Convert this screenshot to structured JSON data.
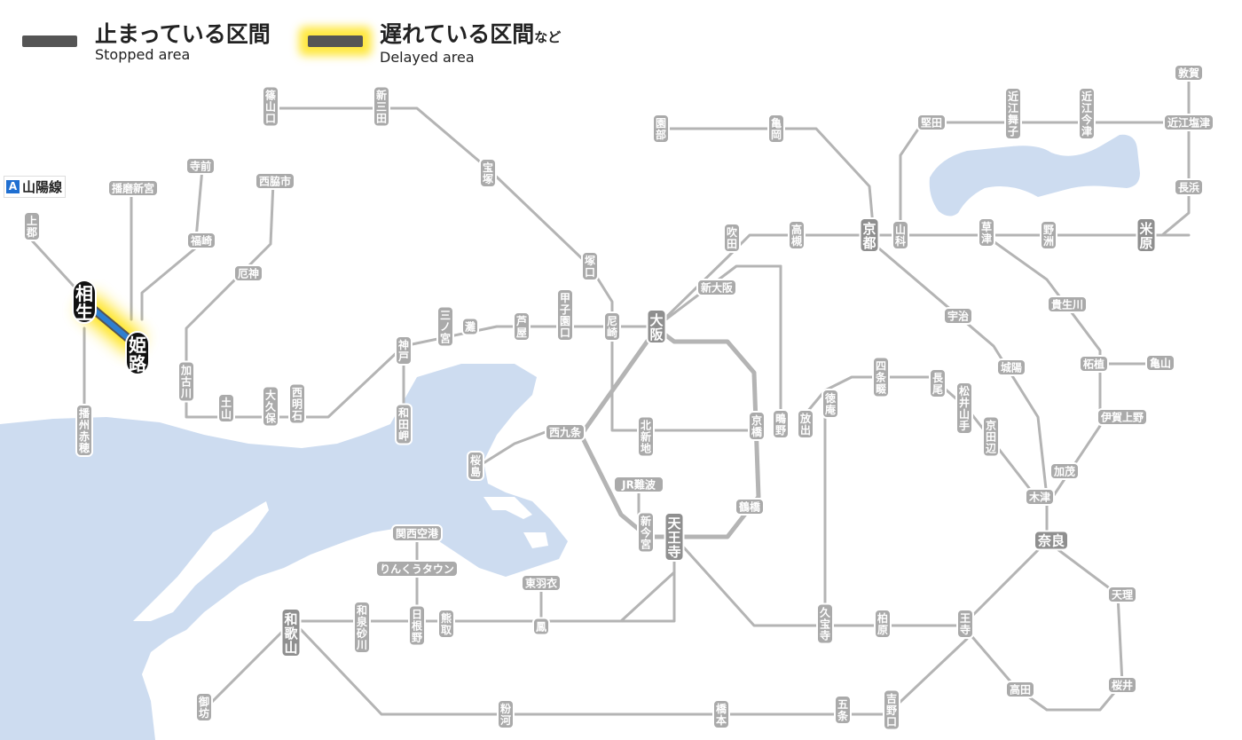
{
  "legend": {
    "stopped_jp": "止まっている区間",
    "stopped_en": "Stopped area",
    "delayed_jp": "遅れている区間",
    "delayed_suffix": "など",
    "delayed_en": "Delayed area"
  },
  "line_badge": {
    "mark": "A",
    "name": "山陽線"
  },
  "colors": {
    "water": "#cddcf0",
    "track": "#b4b4b4",
    "station_bg": "#aaaaaa",
    "station_text": "#ffffff",
    "major_bg": "#111111",
    "delayed_line": "#2f7fd0",
    "delayed_glow": "#ffe000"
  },
  "stations": {
    "sasayamaguchi": "篠山口",
    "shinsanda": "新三田",
    "takarazuka": "宝塚",
    "tsukaguchi": "塚口",
    "amagasaki": "尼崎",
    "koshienguchi": "甲子園口",
    "ashiya": "芦屋",
    "nada": "灘",
    "sannomiya": "三ノ宮",
    "kobe": "神戸",
    "wadamisaki": "和田岬",
    "nishiakashi": "西明石",
    "okubo": "大久保",
    "doyama": "土山",
    "kakogawa": "加古川",
    "yakujin": "厄神",
    "nishiwakishi": "西脇市",
    "fukusaki": "福崎",
    "teramae": "寺前",
    "harimashingu": "播磨新宮",
    "kamigori": "上郡",
    "aioi": "相生",
    "himeji": "姫路",
    "banshuako": "播州赤穂",
    "osaka": "大阪",
    "shinosaka": "新大阪",
    "suita": "吹田",
    "takatsuki": "高槻",
    "kyoto": "京都",
    "yamashina": "山科",
    "katata": "堅田",
    "omimaiko": "近江舞子",
    "omiimazu": "近江今津",
    "omishiotsu": "近江塩津",
    "tsuruga": "敦賀",
    "nagahama": "長浜",
    "maibara": "米原",
    "yasu": "野洲",
    "kusatsu": "草津",
    "sonobe": "園部",
    "kameoka": "亀岡",
    "uji": "宇治",
    "joyo": "城陽",
    "kibukawa": "貴生川",
    "tsuge": "柘植",
    "kameyama": "亀山",
    "igaueno": "伊賀上野",
    "kamo": "加茂",
    "kizu": "木津",
    "nara": "奈良",
    "tenri": "天理",
    "sakurai": "桜井",
    "takada": "高田",
    "oji": "王寺",
    "kashiwara": "柏原",
    "kyuhoji": "久宝寺",
    "tennoji": "天王寺",
    "shinimamiya": "新今宮",
    "jrnamba": "JR難波",
    "nishikujo": "西九条",
    "sakurajima": "桜島",
    "kitashinchi": "北新地",
    "kyobashi": "京橋",
    "tsuruhashi": "鶴橋",
    "shigino": "鴫野",
    "hanaten": "放出",
    "tokuan": "徳庵",
    "shijonawate": "四条畷",
    "nagao": "長尾",
    "matsuiyamate": "松井山手",
    "kyotanabe": "京田辺",
    "hineno": "日根野",
    "rinkutown": "りんくうタウン",
    "kansaiairport": "関西空港",
    "kumatori": "熊取",
    "higashihagoromo": "東羽衣",
    "otori": "鳳",
    "izumisunagawa": "和泉砂川",
    "wakayama": "和歌山",
    "gobo": "御坊",
    "kokawa": "粉河",
    "hashimoto": "橋本",
    "gojo": "五条",
    "yoshinoguchi": "吉野口"
  }
}
